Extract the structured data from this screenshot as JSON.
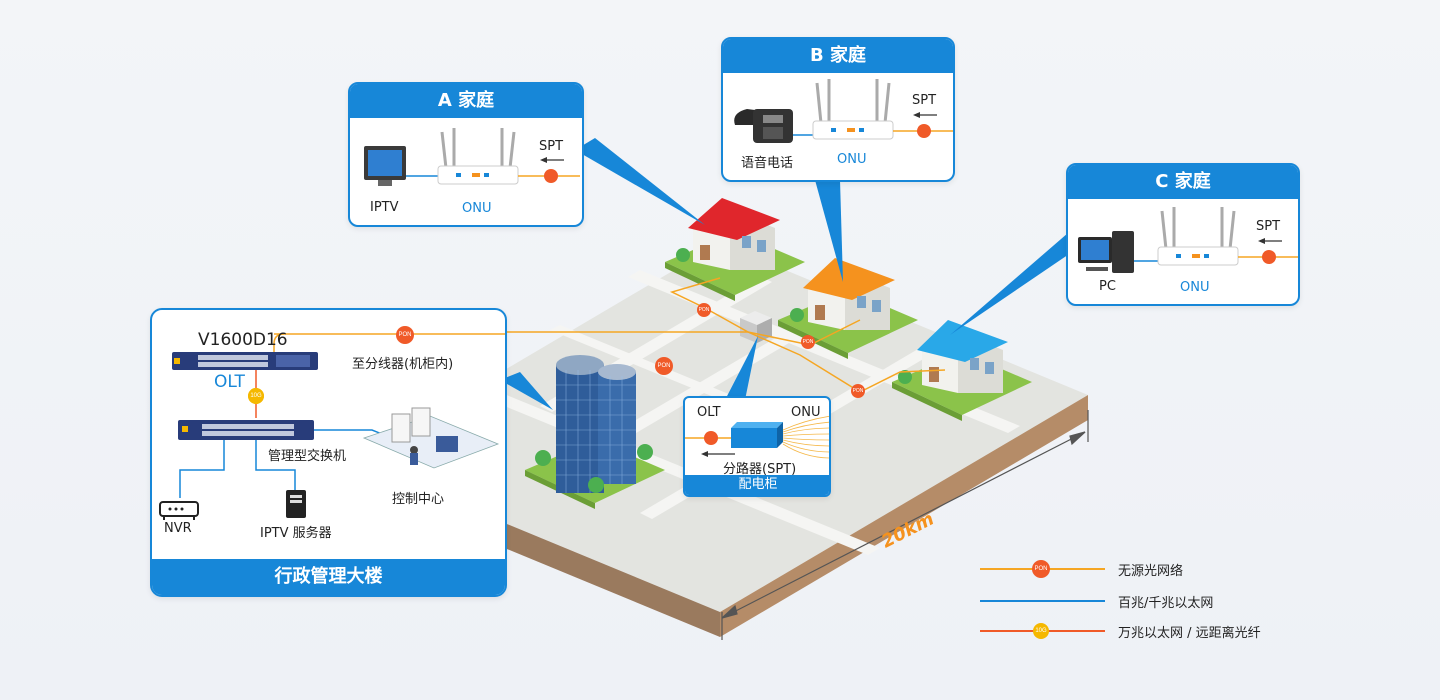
{
  "family_a": {
    "title": "A 家庭",
    "device": "IPTV",
    "onu": "ONU",
    "spt": "SPT"
  },
  "family_b": {
    "title": "B 家庭",
    "device": "语音电话",
    "onu": "ONU",
    "spt": "SPT"
  },
  "family_c": {
    "title": "C 家庭",
    "device": "PC",
    "onu": "ONU",
    "spt": "SPT"
  },
  "admin": {
    "title": "行政管理大楼",
    "olt_model": "V1600D16",
    "olt_label": "OLT",
    "splitter_note": "至分线器(机柜内)",
    "switch_label": "管理型交换机",
    "nvr_label": "NVR",
    "iptv_server_label": "IPTV 服务器",
    "control_label": "控制中心"
  },
  "cabinet": {
    "title": "配电柜",
    "olt": "OLT",
    "onu": "ONU",
    "splitter": "分路器(SPT)"
  },
  "distance": "20km",
  "badges": {
    "pon": "PON",
    "ge": "10G"
  },
  "legend": [
    {
      "label": "无源光网络",
      "color": "#f5a623",
      "badge": "PON"
    },
    {
      "label": "百兆/千兆以太网",
      "color": "#1787d8"
    },
    {
      "label": "万兆以太网 / 远距离光纤",
      "color": "#f05a28",
      "badge": "10G"
    }
  ],
  "colors": {
    "accent": "#1787d8",
    "pon": "#f5a623",
    "pon_badge": "#f05a28",
    "ge_badge": "#f5b800"
  }
}
